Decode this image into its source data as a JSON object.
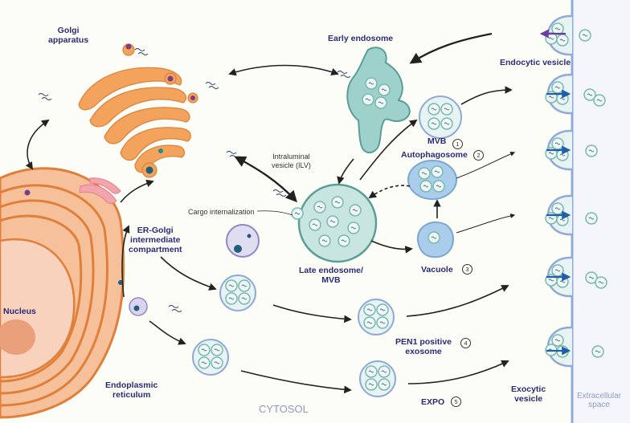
{
  "labels": {
    "golgi": [
      "Golgi",
      "apparatus"
    ],
    "early_endosome": "Early endosome",
    "endocytic_vesicle": "Endocytic vesicle",
    "mvb": "MVB",
    "autophagosome": "Autophagosome",
    "intraluminal": [
      "Intraluminal",
      "vesicle (ILV)"
    ],
    "cargo_internalization": "Cargo internalization",
    "er_golgi": [
      "ER-Golgi",
      "intermediate",
      "compartment"
    ],
    "late_endosome": [
      "Late endosome/",
      "MVB"
    ],
    "vacuole": "Vacuole",
    "nucleus": "Nucleus",
    "pen1": [
      "PEN1 positive",
      "exosome"
    ],
    "er": [
      "Endoplasmic",
      "reticulum"
    ],
    "cytosol": "CYTOSOL",
    "expo": "EXPO",
    "exocytic_vesicle": [
      "Exocytic",
      "vesicle"
    ],
    "extracellular": [
      "Extracellular",
      "space"
    ]
  },
  "pathway_numbers": [
    "1",
    "2",
    "3",
    "4",
    "5"
  ],
  "colors": {
    "golgi": "#f4a35c",
    "er": "#e07f3a",
    "nucleus": "#f7c6ad",
    "endosome": "#9fd1cc",
    "vesicle": "#dceff0",
    "autophagosome": "#a9cdea",
    "membrane": "#8faad8",
    "label": "#2b2a7a",
    "transport_arrow": "#1f5fa8",
    "endocytic_arrow": "#6b3fa0"
  }
}
